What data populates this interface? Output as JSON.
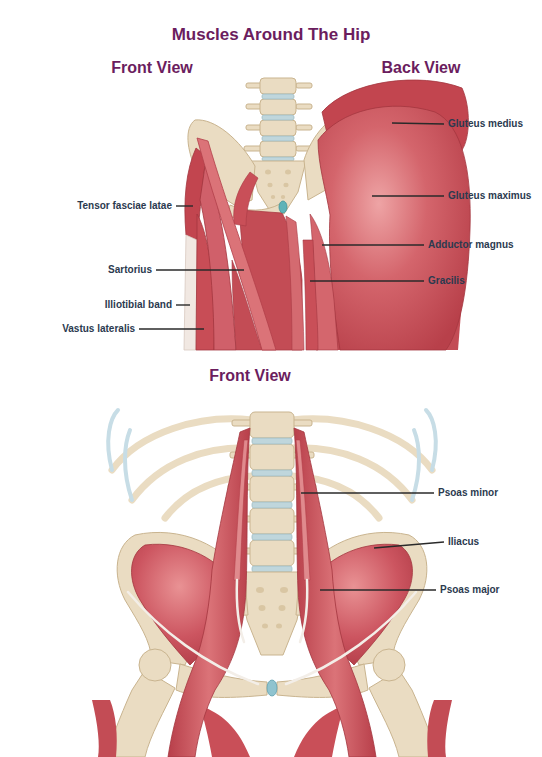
{
  "diagram": {
    "title": "Muscles Around The Hip",
    "labels": [
      "Front View",
      "Back View",
      "Gluteus medius",
      "Tensor fasciae latae",
      "Gluteus maximus",
      "Adductor magnus",
      "Sartorius",
      "Gracilis",
      "Illiotibial band",
      "Vastus lateralis",
      "Front View",
      "Psoas minor",
      "Iliacus",
      "Psoas major"
    ]
  }
}
